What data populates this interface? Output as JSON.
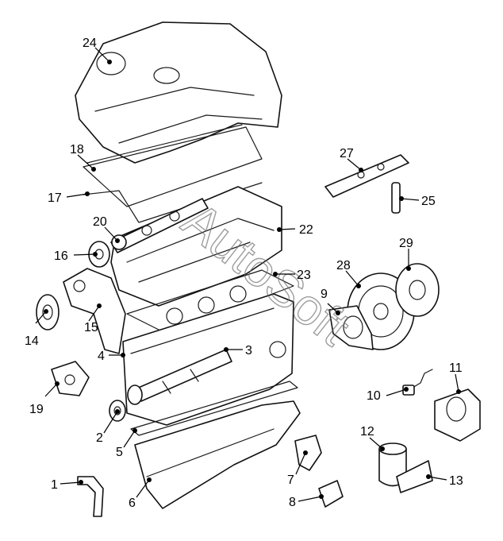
{
  "diagram": {
    "watermark": "AutoSoft",
    "callouts": [
      "1",
      "2",
      "3",
      "4",
      "5",
      "6",
      "7",
      "8",
      "9",
      "10",
      "11",
      "12",
      "13",
      "14",
      "15",
      "16",
      "17",
      "18",
      "19",
      "20",
      "22",
      "23",
      "24",
      "25",
      "27",
      "28",
      "29"
    ]
  }
}
